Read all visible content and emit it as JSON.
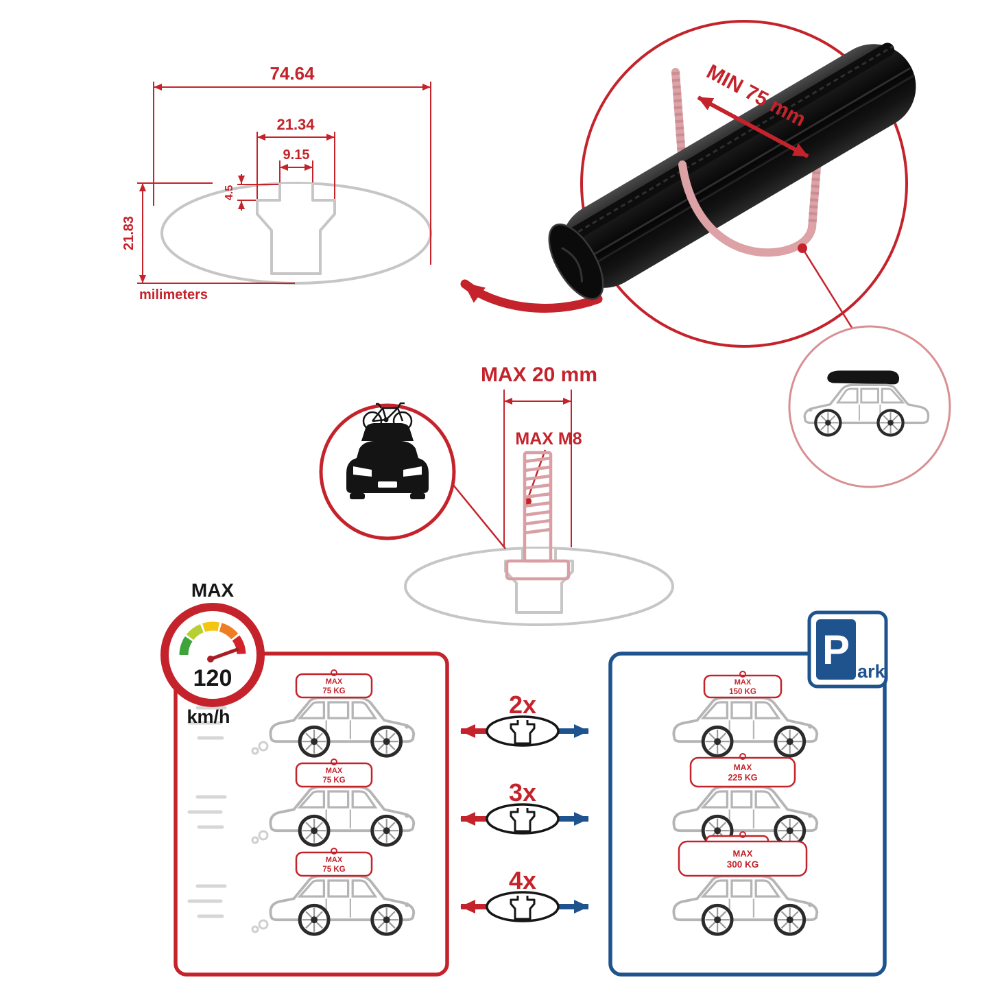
{
  "colors": {
    "accent_red": "#c4232b",
    "accent_blue": "#1f538e",
    "profile_gray": "#c6c6c6",
    "bolt_pink": "#dca2a6",
    "bar_black": "#0a0a0a",
    "gauge_green": "#3fa33c",
    "gauge_lime": "#b8cf34",
    "gauge_yellow": "#f3c613",
    "gauge_orange": "#ee7d23",
    "gauge_red": "#d2232a"
  },
  "cross_section": {
    "total_width": "74.64",
    "channel_width": "21.34",
    "slot_opening": "9.15",
    "lip_depth": "4.5",
    "profile_height": "21.83",
    "units_label": "milimeters"
  },
  "clamp_detail": {
    "min_grip": "MIN 75 mm"
  },
  "bolt_detail": {
    "max_protrusion": "MAX 20 mm",
    "max_thread": "MAX M8"
  },
  "speed_limit": {
    "heading": "MAX",
    "value": "120",
    "unit": "km/h"
  },
  "bar_counts": [
    "2x",
    "3x",
    "4x"
  ],
  "driving_capacity": [
    {
      "label": "MAX",
      "value": "75 KG"
    },
    {
      "label": "MAX",
      "value": "75 KG"
    },
    {
      "label": "MAX",
      "value": "75 KG"
    }
  ],
  "parked_capacity": [
    {
      "label": "MAX",
      "value": "150 KG"
    },
    {
      "label": "MAX",
      "value": "225 KG"
    },
    {
      "label": "MAX",
      "value": "300 KG"
    }
  ],
  "park_sign": {
    "letter": "P",
    "suffix": "ark"
  }
}
